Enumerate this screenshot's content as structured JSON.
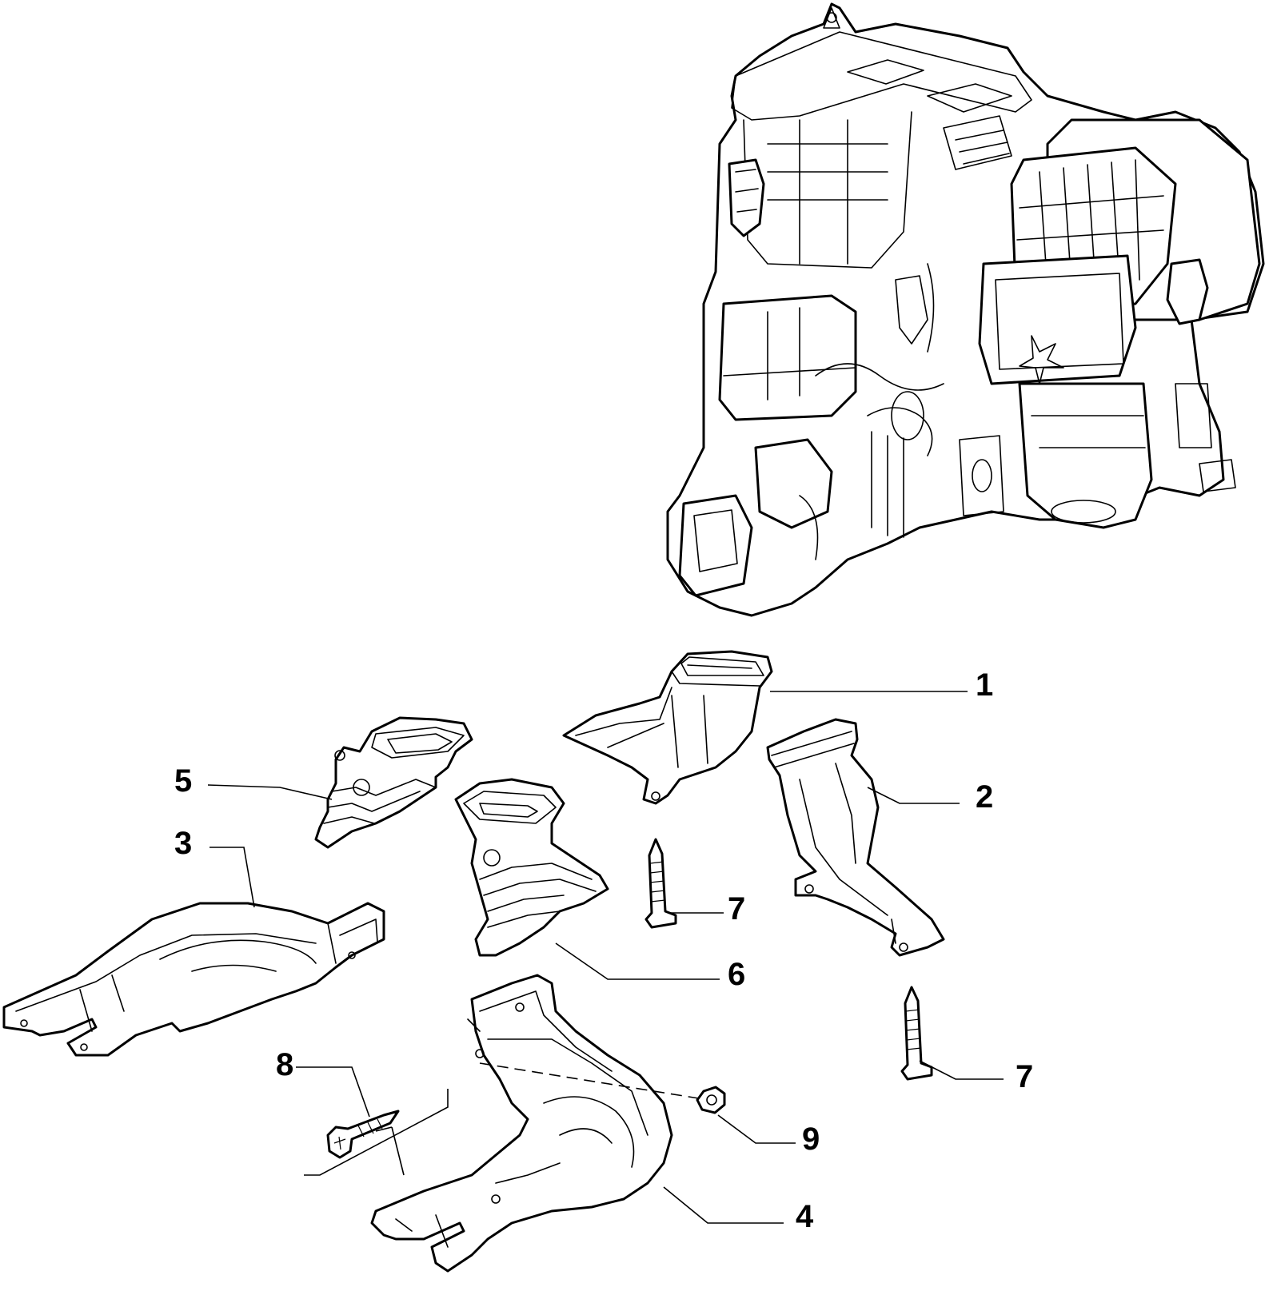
{
  "diagram": {
    "callouts": [
      {
        "id": "1",
        "label": "1"
      },
      {
        "id": "2",
        "label": "2"
      },
      {
        "id": "3",
        "label": "3"
      },
      {
        "id": "4",
        "label": "4"
      },
      {
        "id": "5",
        "label": "5"
      },
      {
        "id": "6",
        "label": "6"
      },
      {
        "id": "7a",
        "label": "7"
      },
      {
        "id": "7b",
        "label": "7"
      },
      {
        "id": "8",
        "label": "8"
      },
      {
        "id": "9",
        "label": "9"
      }
    ],
    "parts": [
      {
        "callout": "1",
        "name": "duct-1-icon"
      },
      {
        "callout": "2",
        "name": "duct-2-icon"
      },
      {
        "callout": "3",
        "name": "floor-duct-3-icon"
      },
      {
        "callout": "4",
        "name": "floor-duct-4-icon"
      },
      {
        "callout": "5",
        "name": "duct-connector-5-icon"
      },
      {
        "callout": "6",
        "name": "duct-connector-6-icon"
      },
      {
        "callout": "7",
        "name": "screw-7-icon"
      },
      {
        "callout": "8",
        "name": "screw-8-icon"
      },
      {
        "callout": "9",
        "name": "nut-9-icon"
      }
    ],
    "assembly": "hvac-unit-icon",
    "colors": {
      "line": "#000000",
      "background": "#ffffff"
    }
  }
}
